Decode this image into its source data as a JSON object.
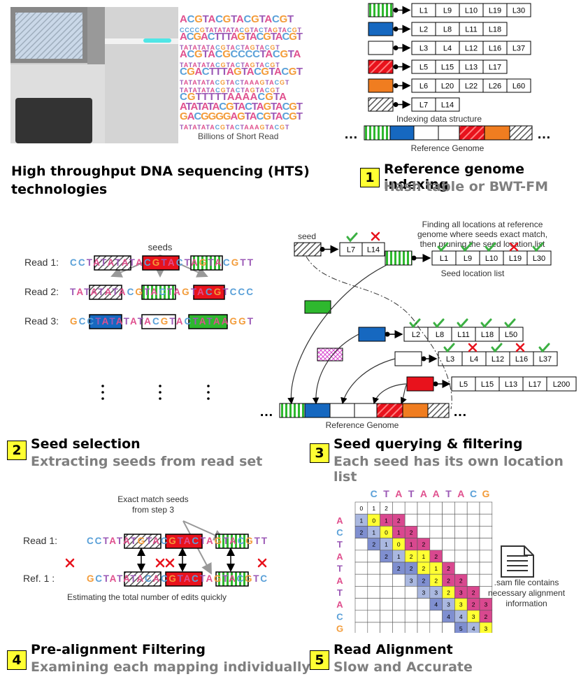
{
  "panel_hts": {
    "dna_lines": [
      "ACGTACGTACGTACGT",
      "CCCCGTATATATACGTACTAGTACGT",
      "ACGACTTTAGTACGTACGT",
      "TATATATACGTACTAGTACGT",
      "ACGTACGCCCCTACGTA",
      "TATATATACGTACTAGTACGT",
      "CGACTTTAGTACGTACGT",
      "TATATATACGTACTAAAGTACGT",
      "TATATATACGTACTAGTACGT",
      "CGTTTTTAAAACGTA",
      "ATATATACGTACTAGTACGT",
      "GACGGGGAGTACGTACGT",
      "TATATATACGTACTAAAGTACGT"
    ],
    "caption": "Billions of Short Read",
    "title_line1": "High throughput DNA sequencing (HTS)",
    "title_line2": "technologies"
  },
  "panel1": {
    "number": "1",
    "rows": [
      {
        "pattern": "vstripe",
        "color": "#2eb82e",
        "labels": [
          "L1",
          "L9",
          "L10",
          "L19",
          "L30"
        ]
      },
      {
        "pattern": "solid",
        "color": "#1668c0",
        "labels": [
          "L2",
          "L8",
          "L11",
          "L18"
        ]
      },
      {
        "pattern": "solid",
        "color": "#ffffff",
        "labels": [
          "L3",
          "L4",
          "L12",
          "L16",
          "L37"
        ]
      },
      {
        "pattern": "dstripe",
        "color": "#e8121c",
        "labels": [
          "L5",
          "L15",
          "L13",
          "L17"
        ]
      },
      {
        "pattern": "solid",
        "color": "#f07d20",
        "labels": [
          "L6",
          "L20",
          "L22",
          "L26",
          "L60"
        ]
      },
      {
        "pattern": "hatch",
        "color": "#ffffff",
        "labels": [
          "L7",
          "L14"
        ]
      }
    ],
    "index_caption": "Indexing data structure",
    "genome_caption": "Reference Genome",
    "title": "Reference genome indexing",
    "subtitle": "Hash table or BWT-FM"
  },
  "panel2": {
    "number": "2",
    "seeds_label": "seeds",
    "reads": [
      {
        "label": "Read 1:",
        "seq": "CCTATATATACGTACTAGTACGTT"
      },
      {
        "label": "Read 2:",
        "seq": "TATATATACGTACTAGTACGTCCC"
      },
      {
        "label": "Read 3:",
        "seq": "GCCTATATATACGTACTATAAGGT"
      }
    ],
    "title": "Seed selection",
    "subtitle": "Extracting seeds from read set"
  },
  "panel3": {
    "number": "3",
    "seed_label": "seed",
    "seed_locs": [
      "L7",
      "L14"
    ],
    "note_lines": [
      "Finding all locations at reference",
      "genome where seeds exact match,",
      "then pruning the seed location list"
    ],
    "list_caption": "Seed location list",
    "lists": [
      [
        "L1",
        "L9",
        "L10",
        "L19",
        "L30"
      ],
      [
        "L2",
        "L8",
        "L11",
        "L18",
        "L50"
      ],
      [
        "L3",
        "L4",
        "L12",
        "L16",
        "L37"
      ],
      [
        "L5",
        "L15",
        "L13",
        "L17",
        "L200"
      ]
    ],
    "genome_caption": "Reference Genome",
    "title": "Seed querying & filtering",
    "subtitle": "Each seed has its own location list"
  },
  "panel4": {
    "number": "4",
    "note_lines": [
      "Exact match seeds",
      "from step 3"
    ],
    "read_label": "Read 1:",
    "read_seq": "CCTATATGTACGTACTAGTACGTT",
    "ref_label": "Ref. 1 :",
    "ref_seq": "GCTATATACACGTACTAGTACGTC",
    "caption": "Estimating the total number of edits quickly",
    "title": "Pre-alignment Filtering",
    "subtitle": "Examining each mapping individually"
  },
  "panel5": {
    "number": "5",
    "col_letters": [
      "C",
      "T",
      "A",
      "T",
      "A",
      "A",
      "T",
      "A",
      "C",
      "G"
    ],
    "row_letters": [
      "A",
      "C",
      "T",
      "A",
      "T",
      "A",
      "T",
      "A",
      "C",
      "G"
    ],
    "matrix": [
      [
        "0",
        "1",
        "2",
        "",
        "",
        "",
        "",
        "",
        "",
        "",
        ""
      ],
      [
        "1",
        "0",
        "1",
        "2",
        "",
        "",
        "",
        "",
        "",
        "",
        ""
      ],
      [
        "2",
        "1",
        "0",
        "1",
        "2",
        "",
        "",
        "",
        "",
        "",
        ""
      ],
      [
        "",
        "2",
        "1",
        "0",
        "1",
        "2",
        "",
        "",
        "",
        "",
        ""
      ],
      [
        "",
        "",
        "2",
        "1",
        "2",
        "1",
        "2",
        "",
        "",
        "",
        ""
      ],
      [
        "",
        "",
        "",
        "2",
        "2",
        "2",
        "1",
        "2",
        "",
        "",
        ""
      ],
      [
        "",
        "",
        "",
        "",
        "3",
        "2",
        "2",
        "2",
        "2",
        "",
        ""
      ],
      [
        "",
        "",
        "",
        "",
        "",
        "3",
        "3",
        "2",
        "3",
        "2",
        ""
      ],
      [
        "",
        "",
        "",
        "",
        "",
        "",
        "4",
        "3",
        "3",
        "2",
        "3"
      ],
      [
        "",
        "",
        "",
        "",
        "",
        "",
        "",
        "4",
        "4",
        "3",
        "2"
      ],
      [
        "",
        "",
        "",
        "",
        "",
        "",
        "",
        "",
        "5",
        "4",
        "3"
      ]
    ],
    "sam_lines": [
      ".sam file contains",
      "necessary alignment",
      "information"
    ],
    "title": "Read Alignment",
    "subtitle": "Slow and Accurate"
  },
  "colors": {
    "A": "#e0508e",
    "C": "#5aa0d8",
    "G": "#f39c3a",
    "T": "#9b59b6",
    "green": "#2eb82e",
    "blue": "#1668c0",
    "red": "#e8121c",
    "orange": "#f07d20",
    "yellow": "#ffff33",
    "pink": "#d9488f",
    "lightblue": "#aab8e0",
    "medblue": "#7f8fd0"
  }
}
